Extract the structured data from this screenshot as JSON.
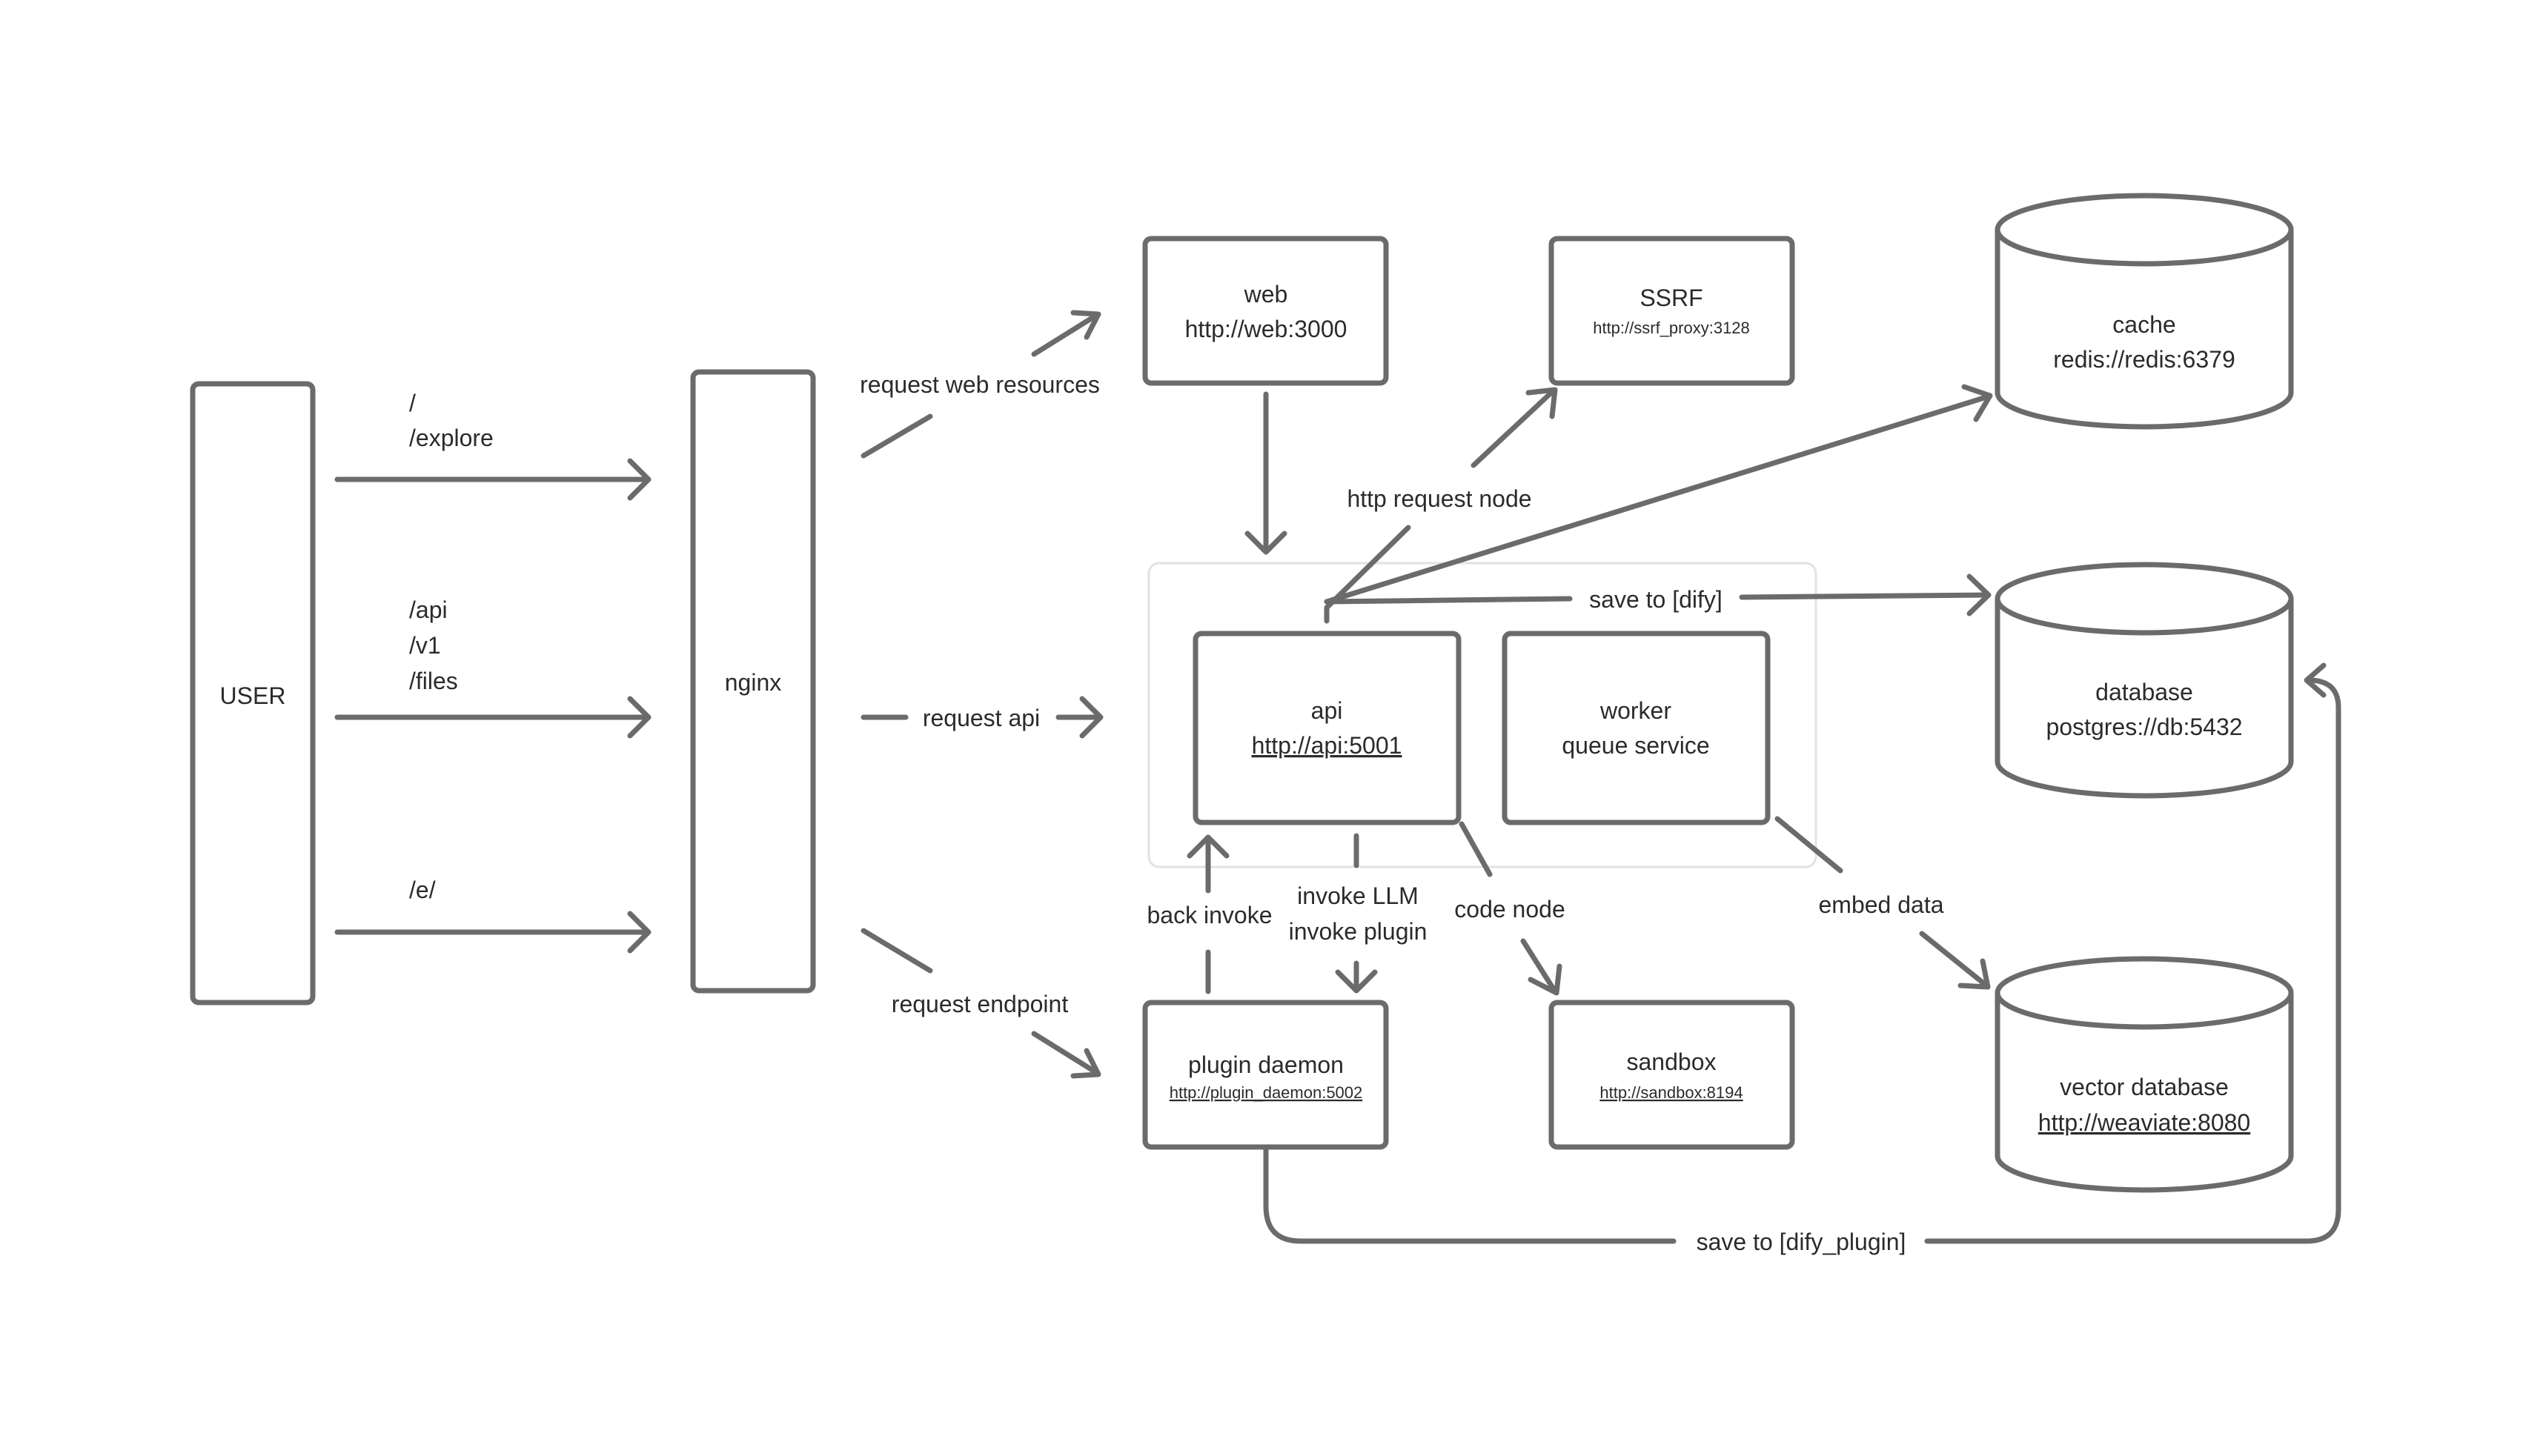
{
  "nodes": {
    "user": {
      "label": "USER"
    },
    "nginx": {
      "label": "nginx"
    },
    "web": {
      "title": "web",
      "url": "http://web:3000"
    },
    "ssrf": {
      "title": "SSRF",
      "url": "http://ssrf_proxy:3128"
    },
    "cache": {
      "title": "cache",
      "url": "redis://redis:6379"
    },
    "api": {
      "title": "api",
      "url": "http://api:5001"
    },
    "worker": {
      "title": "worker",
      "subtitle": "queue service"
    },
    "database": {
      "title": "database",
      "url": "postgres://db:5432"
    },
    "plugin_daemon": {
      "title": "plugin daemon",
      "url": "http://plugin_daemon:5002"
    },
    "sandbox": {
      "title": "sandbox",
      "url": "http://sandbox:8194"
    },
    "vector_database": {
      "title": "vector database",
      "url": "http://weaviate:8080"
    }
  },
  "routes": {
    "route1": [
      "/",
      "/explore"
    ],
    "route2": [
      "/api",
      "/v1",
      "/files"
    ],
    "route3": [
      "/e/"
    ]
  },
  "edges": {
    "request_web_resources": "request web resources",
    "request_api": "request api",
    "request_endpoint": "request endpoint",
    "http_request_node": "http request node",
    "save_to_dify": "save to [dify]",
    "back_invoke": "back invoke",
    "invoke_llm": "invoke LLM",
    "invoke_plugin": "invoke plugin",
    "code_node": "code node",
    "embed_data": "embed data",
    "save_to_dify_plugin": "save to [dify_plugin]"
  },
  "colors": {
    "stroke": "#6b6b6b",
    "text": "#2b2b2b",
    "group_border": "#e2e2e2"
  }
}
